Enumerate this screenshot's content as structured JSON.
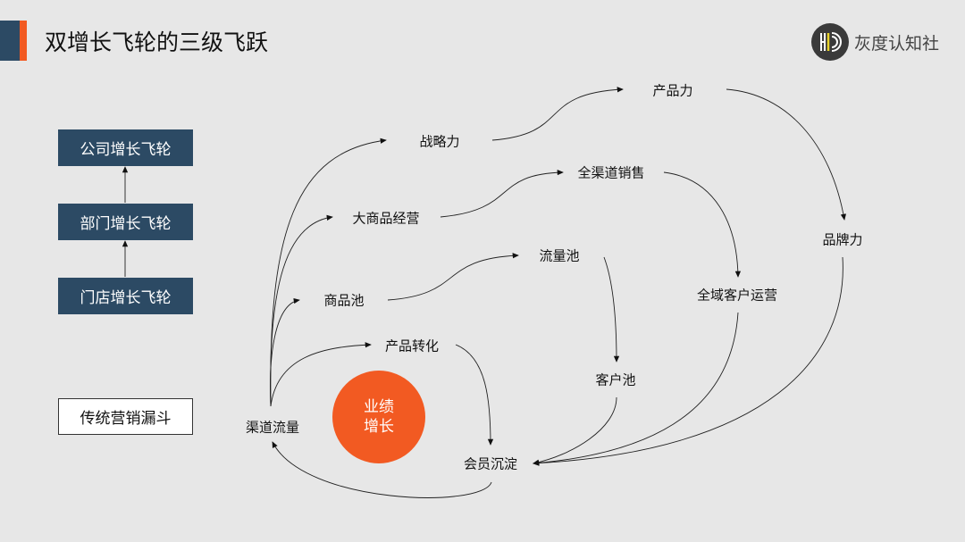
{
  "header": {
    "title": "双增长飞轮的三级飞跃",
    "logo_text": "灰度认知社"
  },
  "hierarchy": [
    "公司增长飞轮",
    "部门增长飞轮",
    "门店增长飞轮"
  ],
  "traditional": "传统营销漏斗",
  "center": {
    "line1": "业绩",
    "line2": "增长"
  },
  "nodes": {
    "zhanlue": "战略力",
    "chanpinli": "产品力",
    "quanqudao": "全渠道销售",
    "pinpai": "品牌力",
    "dashangpin": "大商品经营",
    "liuliangchi": "流量池",
    "quanyu": "全域客户运营",
    "shangpinchi": "商品池",
    "zhuanhua": "产品转化",
    "kehuchi": "客户池",
    "qudao": "渠道流量",
    "huiyuan": "会员沉淀"
  },
  "colors": {
    "navy": "#2c4a64",
    "orange": "#f25a22"
  }
}
